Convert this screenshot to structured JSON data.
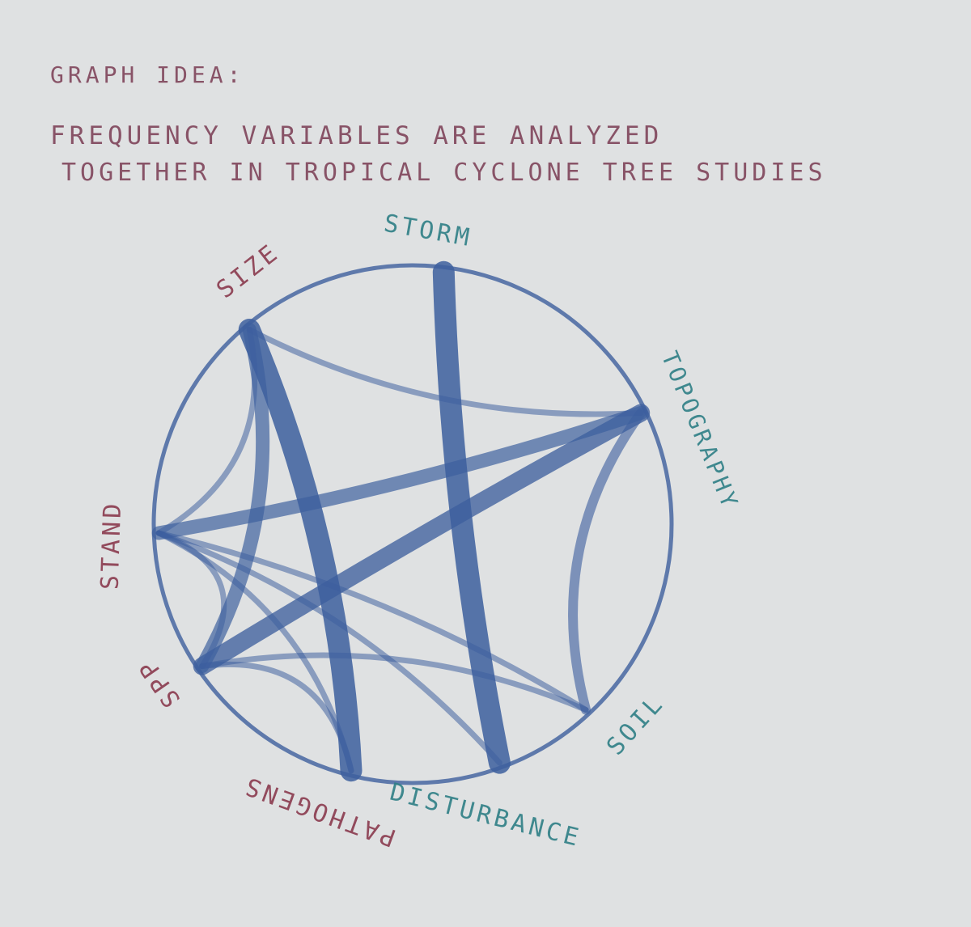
{
  "notes": {
    "heading": "GRAPH IDEA:",
    "line1": "FREQUENCY VARIABLES ARE ANALYZED",
    "line2": "TOGETHER IN TROPICAL CYCLONE TREE STUDIES"
  },
  "nodes": [
    {
      "id": "storm",
      "label": "STORM",
      "color": "#2e7f86"
    },
    {
      "id": "topography",
      "label": "TOPOGRAPHY",
      "color": "#2e7f86"
    },
    {
      "id": "soil",
      "label": "SOIL",
      "color": "#2e7f86"
    },
    {
      "id": "disturbance",
      "label": "DISTURBANCE",
      "color": "#2e7f86"
    },
    {
      "id": "pathogens",
      "label": "PATHOGENS",
      "color": "#8a3a4e"
    },
    {
      "id": "spp",
      "label": "SPP",
      "color": "#8a3a4e"
    },
    {
      "id": "stand",
      "label": "STAND",
      "color": "#8a3a4e"
    },
    {
      "id": "size",
      "label": "SIZE",
      "color": "#8a3a4e"
    }
  ],
  "links": [
    {
      "from": "storm",
      "to": "disturbance",
      "weight": 5
    },
    {
      "from": "size",
      "to": "pathogens",
      "weight": 5
    },
    {
      "from": "topography",
      "to": "spp",
      "weight": 4
    },
    {
      "from": "topography",
      "to": "stand",
      "weight": 3
    },
    {
      "from": "size",
      "to": "spp",
      "weight": 3
    },
    {
      "from": "topography",
      "to": "soil",
      "weight": 2
    },
    {
      "from": "size",
      "to": "topography",
      "weight": 1
    },
    {
      "from": "stand",
      "to": "size",
      "weight": 1
    },
    {
      "from": "stand",
      "to": "spp",
      "weight": 1
    },
    {
      "from": "stand",
      "to": "pathogens",
      "weight": 1
    },
    {
      "from": "stand",
      "to": "soil",
      "weight": 1
    },
    {
      "from": "stand",
      "to": "disturbance",
      "weight": 1
    },
    {
      "from": "spp",
      "to": "soil",
      "weight": 1
    },
    {
      "from": "spp",
      "to": "pathogens",
      "weight": 1
    }
  ],
  "colors": {
    "paper": "#dfe1e2",
    "pencil_blue": "#3d5f9e",
    "ink_red": "#7a3b52",
    "ink_teal": "#2e7f86"
  }
}
